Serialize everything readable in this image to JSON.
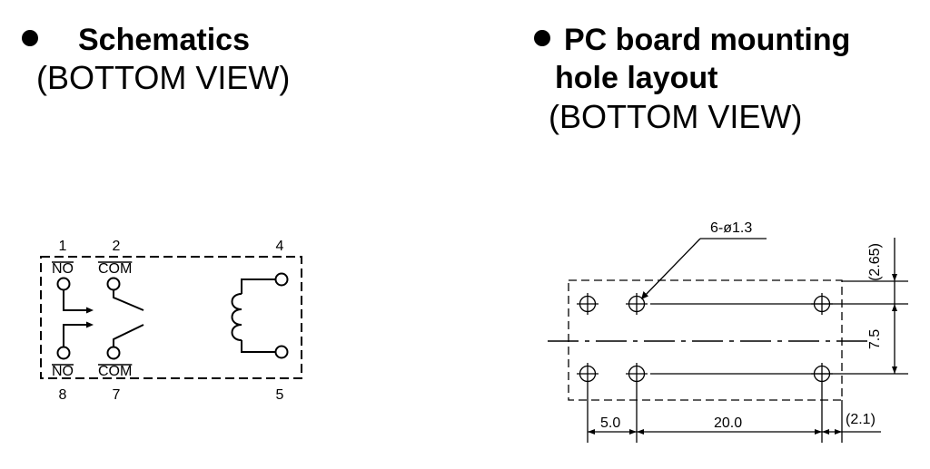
{
  "left_section": {
    "title": "Schematics",
    "subtitle": "(BOTTOM VIEW)",
    "pins": [
      {
        "number": "1",
        "label": "NO"
      },
      {
        "number": "2",
        "label": "COM"
      },
      {
        "number": "4",
        "label": ""
      },
      {
        "number": "8",
        "label": "NO"
      },
      {
        "number": "7",
        "label": "COM"
      },
      {
        "number": "5",
        "label": ""
      }
    ]
  },
  "right_section": {
    "title_line1": "PC board mounting",
    "title_line2": "hole layout",
    "subtitle": "(BOTTOM VIEW)",
    "hole_callout": "6-ø1.3",
    "dims": {
      "top_offset": "(2.65)",
      "row_spacing": "7.5",
      "left_offset": "5.0",
      "pin_span": "20.0",
      "right_offset": "(2.1)"
    }
  }
}
